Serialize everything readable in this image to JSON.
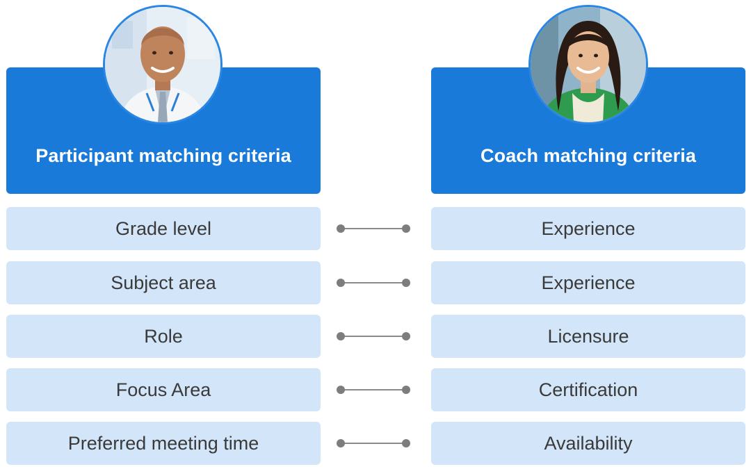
{
  "participant": {
    "title": "Participant matching criteria",
    "avatar_icon": "participant-photo"
  },
  "coach": {
    "title": "Coach matching criteria",
    "avatar_icon": "coach-photo"
  },
  "rows": [
    {
      "participant": "Grade level",
      "coach": "Experience"
    },
    {
      "participant": "Subject area",
      "coach": "Experience"
    },
    {
      "participant": "Role",
      "coach": "Licensure"
    },
    {
      "participant": "Focus Area",
      "coach": "Certification"
    },
    {
      "participant": "Preferred meeting time",
      "coach": "Availability"
    }
  ],
  "colors": {
    "header": "#1a7ad9",
    "row": "#d3e5f8",
    "text": "#3a3a3a",
    "connector": "#8a8a8a"
  }
}
